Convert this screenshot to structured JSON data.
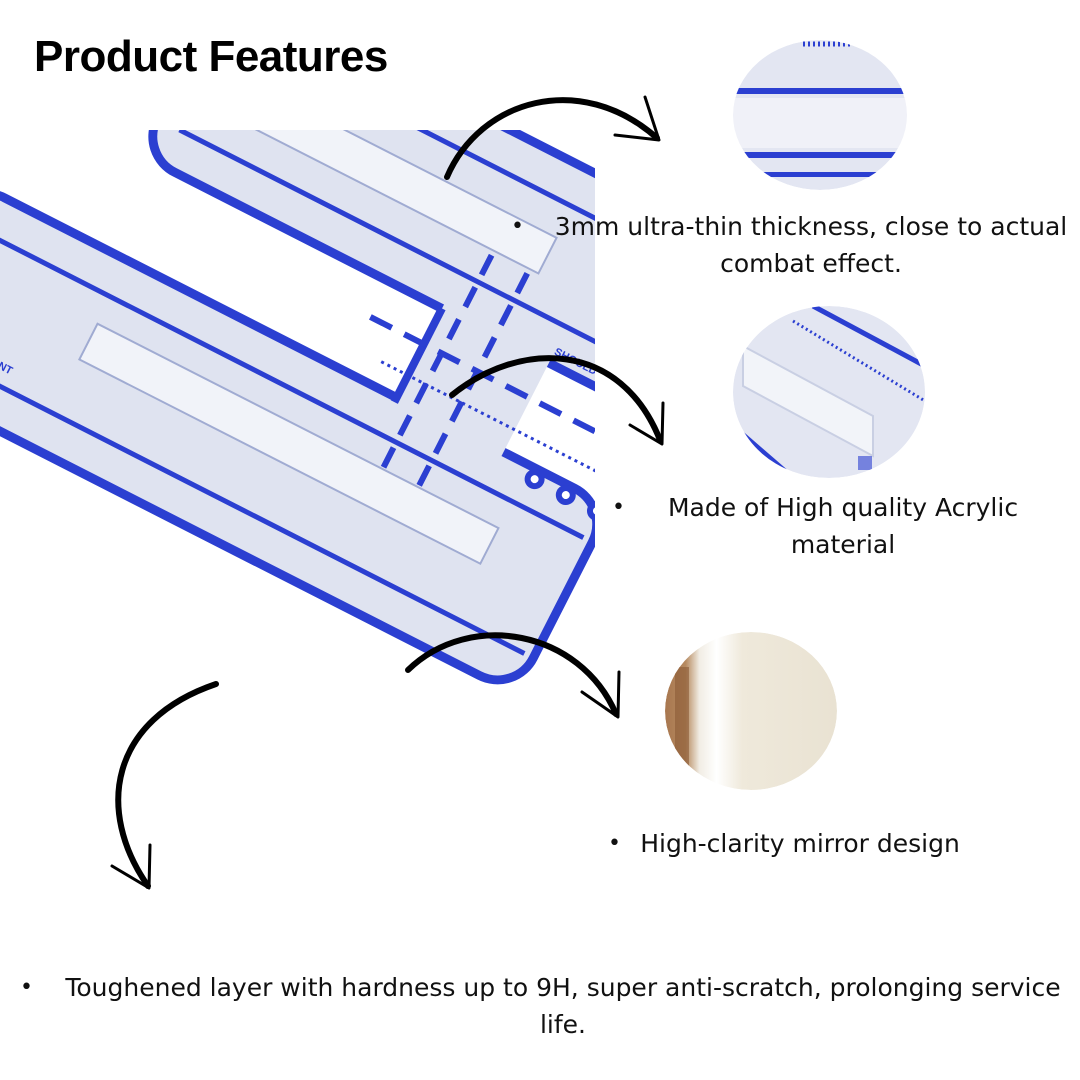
{
  "title": "Product Features",
  "features": [
    {
      "text": "3mm ultra-thin thickness, close to actual combat effect."
    },
    {
      "text": "Made of High quality Acrylic material"
    },
    {
      "text": "High-clarity mirror design"
    },
    {
      "text": "Toughened layer with hardness up to 9H, super anti-scratch, prolonging service life."
    }
  ],
  "product": {
    "label_left": "ALIGNMENT",
    "label_right": "SHOULDER ALIGNMENT"
  },
  "colors": {
    "accent_blue": "#2b3fd1",
    "acrylic": "#dfe3f0",
    "text": "#111111"
  },
  "icons": [
    "curved-arrow-icon",
    "bullet-icon"
  ]
}
